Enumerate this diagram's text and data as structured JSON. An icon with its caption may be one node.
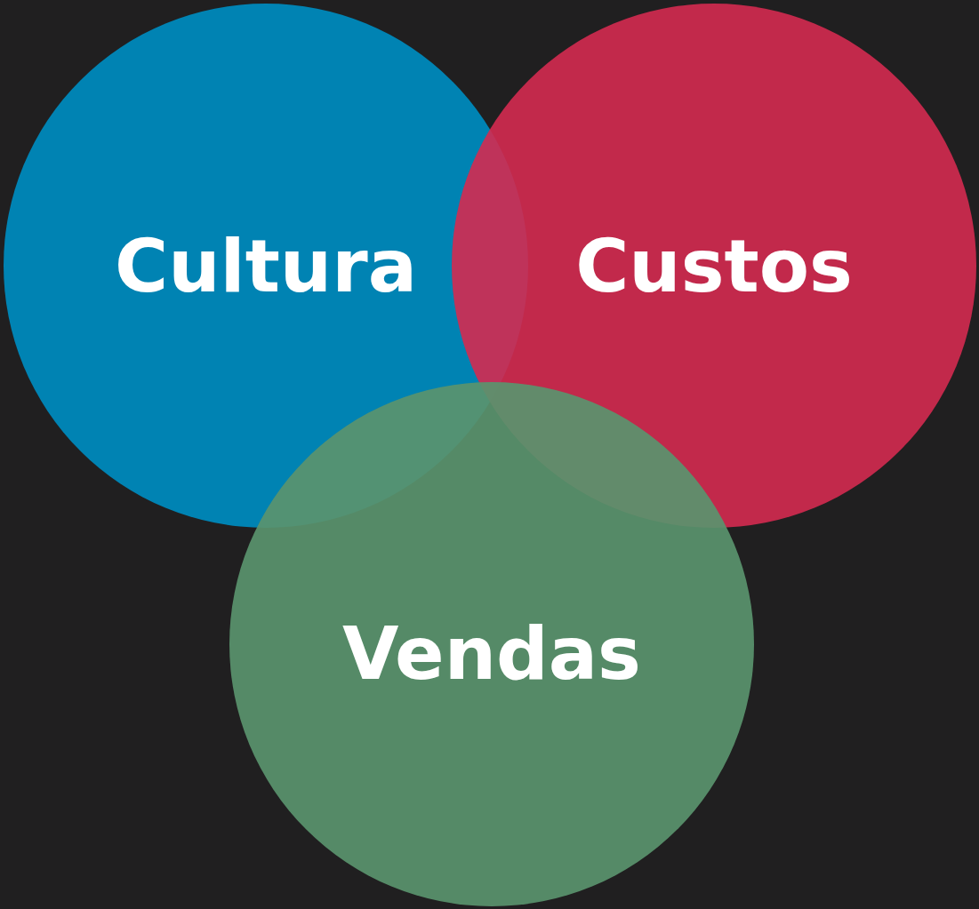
{
  "diagram": {
    "nodes": [
      {
        "text": [
          "Cultura"
        ]
      },
      {
        "text": [
          "Custos"
        ]
      },
      {
        "text": [
          "Vendas"
        ]
      }
    ]
  }
}
